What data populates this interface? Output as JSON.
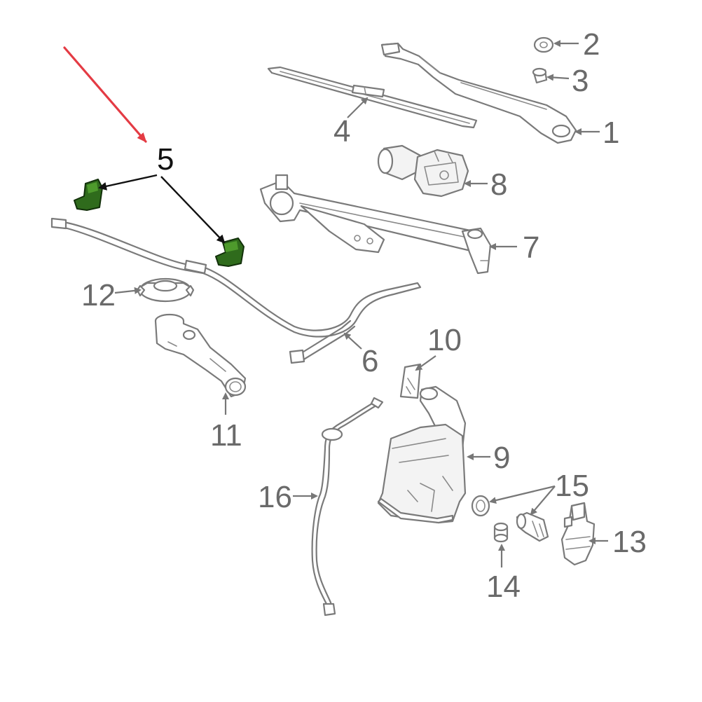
{
  "callouts": {
    "c1": "1",
    "c2": "2",
    "c3": "3",
    "c4": "4",
    "c5": "5",
    "c6": "6",
    "c7": "7",
    "c8": "8",
    "c9": "9",
    "c10": "10",
    "c11": "11",
    "c12": "12",
    "c13": "13",
    "c14": "14",
    "c15": "15",
    "c16": "16"
  },
  "highlight": {
    "part": "5",
    "nozzle_color": "#2f6b1c",
    "pointer_color": "#e43b44"
  }
}
